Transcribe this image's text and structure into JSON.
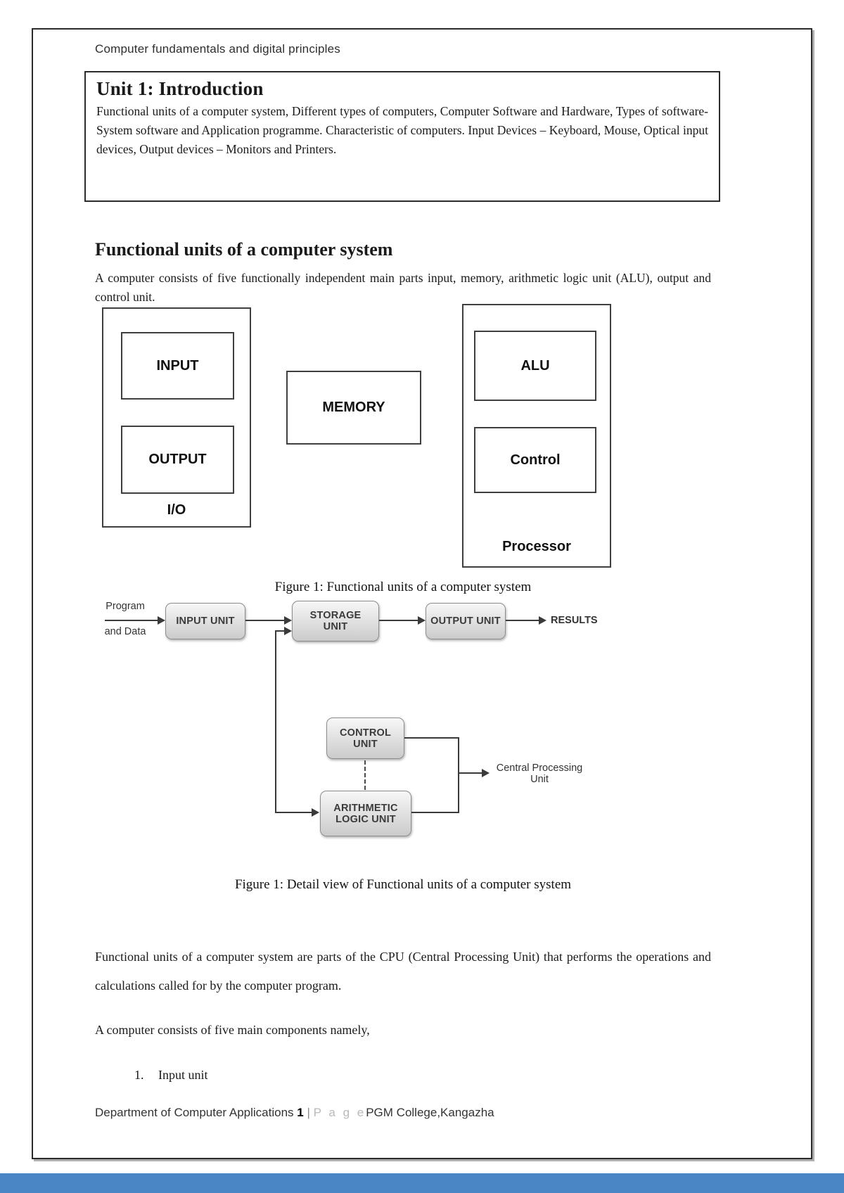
{
  "header": {
    "title": "Computer fundamentals and digital principles"
  },
  "unit_box": {
    "title": "Unit 1: Introduction",
    "body": "Functional units of a computer system, Different types of computers, Computer Software and Hardware, Types of software-System software and Application programme. Characteristic of computers. Input Devices – Keyboard, Mouse, Optical input devices, Output devices – Monitors and Printers."
  },
  "section": {
    "heading": "Functional units of a computer system",
    "intro": "A computer consists of five functionally independent main parts input, memory, arithmetic logic unit (ALU), output and control unit."
  },
  "figure1": {
    "input": "INPUT",
    "output": "OUTPUT",
    "io": "I/O",
    "memory": "MEMORY",
    "alu": "ALU",
    "control": "Control",
    "processor": "Processor",
    "caption": "Figure 1: Functional units of a computer system"
  },
  "figure2": {
    "program_line1": "Program",
    "program_line2": "and Data",
    "input_unit": "INPUT UNIT",
    "storage_unit": "STORAGE\nUNIT",
    "output_unit": "OUTPUT UNIT",
    "results": "RESULTS",
    "control_unit": "CONTROL\nUNIT",
    "alu_unit": "ARITHMETIC\nLOGIC UNIT",
    "cpu": "Central Processing\nUnit",
    "caption": "Figure 1: Detail view of Functional units of a computer system"
  },
  "body_text": {
    "para1": "Functional units of a computer system are parts of the CPU (Central Processing Unit) that performs the operations and calculations called for by the computer program.",
    "para2": "A computer consists of five main components namely,",
    "list_num": "1.",
    "list_item": "Input unit"
  },
  "footer": {
    "dept": "Department of Computer Applications",
    "page_num": "1",
    "pipe": "|",
    "page_word": "P a g e",
    "college": "PGM College,Kangazha"
  },
  "colors": {
    "bottom_bar": "#4a86c6"
  }
}
